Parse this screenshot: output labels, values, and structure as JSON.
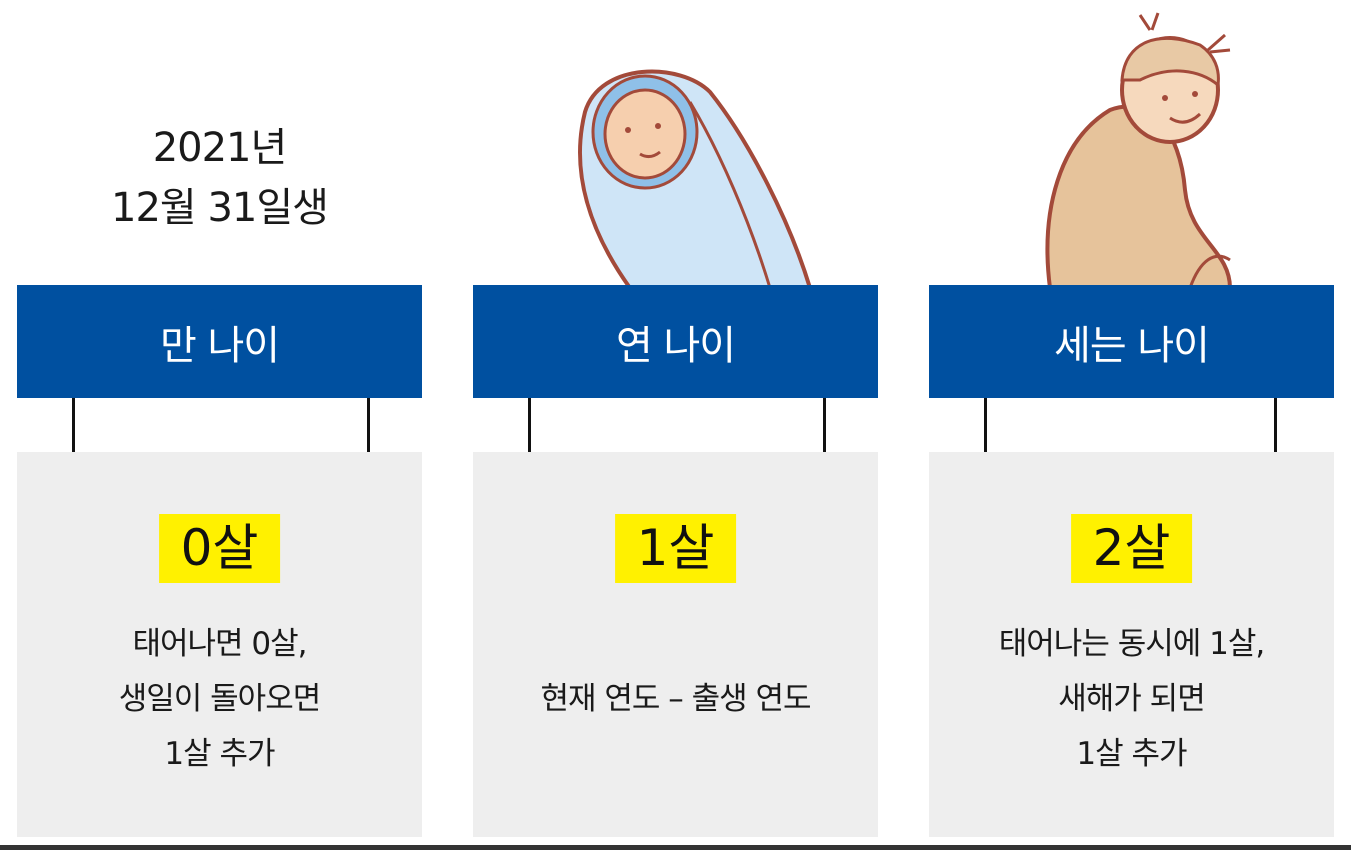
{
  "birth_date": {
    "line1": "2021년",
    "line2": "12월 31일생"
  },
  "columns": [
    {
      "title": "만 나이",
      "age": "0살",
      "desc": [
        "태어나면 0살,",
        "생일이 돌아오면",
        "1살 추가"
      ]
    },
    {
      "title": "연 나이",
      "age": "1살",
      "desc": [
        "현재 연도 – 출생 연도"
      ]
    },
    {
      "title": "세는 나이",
      "age": "2살",
      "desc": [
        "태어나는 동시에 1살,",
        "새해가 되면",
        "1살 추가"
      ]
    }
  ],
  "colors": {
    "header": "#0050a0",
    "highlight": "#fff100",
    "box": "#eeeeee"
  }
}
